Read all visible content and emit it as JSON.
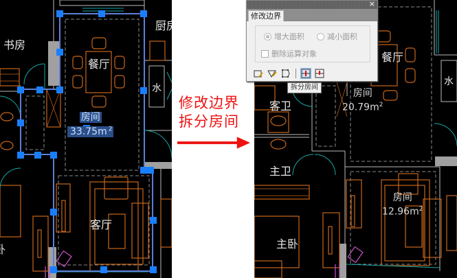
{
  "left_plan": {
    "rooms": [
      {
        "label": "书房"
      },
      {
        "label": "餐厅"
      },
      {
        "label": "厨房"
      },
      {
        "label": "水"
      },
      {
        "label": "客厅"
      },
      {
        "label": "卧"
      }
    ],
    "selected_room": {
      "name": "房间",
      "area": "33.75m",
      "unit_sup": "2"
    },
    "selection_color": "#1a7fff"
  },
  "annotation": {
    "line1": "修改边界",
    "line2": "拆分房间",
    "color": "#ee1111"
  },
  "dialog": {
    "close": "×",
    "tab": "修改边界",
    "radio_increase": "增大面积",
    "radio_decrease": "减小面积",
    "radio_selected": "增大面积",
    "checkbox_delete": "删除运算对象",
    "checkbox_checked": false,
    "tools": [
      "draw-boundary",
      "edit-polygon",
      "edit-vertices",
      "split-room",
      "merge-room"
    ],
    "tooltip": "拆分房间"
  },
  "right_plan": {
    "rooms": [
      {
        "label": "餐厅"
      },
      {
        "label": "水"
      },
      {
        "label": "客卫"
      },
      {
        "label": "主卫"
      },
      {
        "label": "主卧"
      }
    ],
    "room_a": {
      "name": "房间",
      "area": "20.79m",
      "unit_sup": "2"
    },
    "room_b": {
      "name": "房间",
      "area": "12.96m",
      "unit_sup": "2"
    }
  }
}
